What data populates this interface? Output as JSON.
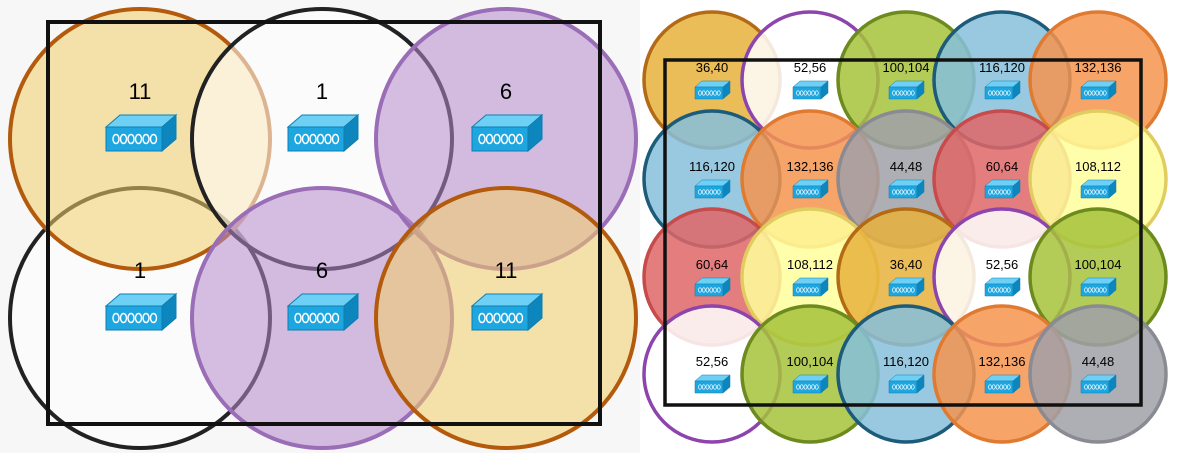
{
  "left": {
    "cells": [
      {
        "channel": "11",
        "fill": "#f3cd6a",
        "stroke": "#b35a0c"
      },
      {
        "channel": "1",
        "fill": "#ffffff",
        "stroke": "#222222"
      },
      {
        "channel": "6",
        "fill": "#b48bcb",
        "stroke": "#9a6db7"
      },
      {
        "channel": "1",
        "fill": "#ffffff",
        "stroke": "#222222"
      },
      {
        "channel": "6",
        "fill": "#b48bcb",
        "stroke": "#9a6db7"
      },
      {
        "channel": "11",
        "fill": "#f3cd6a",
        "stroke": "#b35a0c"
      }
    ]
  },
  "right": {
    "cells": [
      {
        "channel": "36,40",
        "fill": "#e8b23c",
        "stroke": "#b36a14"
      },
      {
        "channel": "52,56",
        "fill": "#ffffff",
        "stroke": "#8e44ad"
      },
      {
        "channel": "100,104",
        "fill": "#a6c23a",
        "stroke": "#6d8a1e"
      },
      {
        "channel": "116,120",
        "fill": "#86c0dc",
        "stroke": "#1d5b7a"
      },
      {
        "channel": "132,136",
        "fill": "#f6944f",
        "stroke": "#e07a30"
      },
      {
        "channel": "116,120",
        "fill": "#86c0dc",
        "stroke": "#1d5b7a"
      },
      {
        "channel": "132,136",
        "fill": "#f6944f",
        "stroke": "#e07a30"
      },
      {
        "channel": "44,48",
        "fill": "#a0a0a8",
        "stroke": "#8a8a92"
      },
      {
        "channel": "60,64",
        "fill": "#df6666",
        "stroke": "#c74b4b"
      },
      {
        "channel": "108,112",
        "fill": "#ffff9c",
        "stroke": "#e0cc60"
      },
      {
        "channel": "60,64",
        "fill": "#df6666",
        "stroke": "#c74b4b"
      },
      {
        "channel": "108,112",
        "fill": "#ffff9c",
        "stroke": "#e0cc60"
      },
      {
        "channel": "36,40",
        "fill": "#e8b23c",
        "stroke": "#b36a14"
      },
      {
        "channel": "52,56",
        "fill": "#ffffff",
        "stroke": "#8e44ad"
      },
      {
        "channel": "100,104",
        "fill": "#a6c23a",
        "stroke": "#6d8a1e"
      },
      {
        "channel": "52,56",
        "fill": "#ffffff",
        "stroke": "#8e44ad"
      },
      {
        "channel": "100,104",
        "fill": "#a6c23a",
        "stroke": "#6d8a1e"
      },
      {
        "channel": "116,120",
        "fill": "#86c0dc",
        "stroke": "#1d5b7a"
      },
      {
        "channel": "132,136",
        "fill": "#f6944f",
        "stroke": "#e07a30"
      },
      {
        "channel": "44,48",
        "fill": "#a0a0a8",
        "stroke": "#8a8a92"
      }
    ]
  },
  "device_icon": {
    "name": "access-point-icon",
    "color": "#1ea6e0"
  }
}
